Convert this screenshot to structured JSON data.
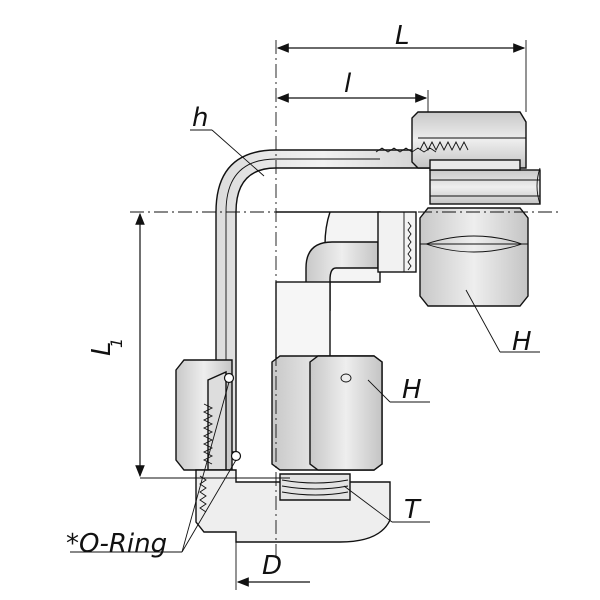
{
  "diagram": {
    "labels": {
      "L": "L",
      "l": "l",
      "h": "h",
      "H_top": "H",
      "H_mid": "H",
      "L1_main": "L",
      "L1_sub": "1",
      "T": "T",
      "D": "D",
      "o_ring": "*O-Ring"
    },
    "colors": {
      "metal_light": "#ececec",
      "metal_mid": "#d6d6d6",
      "metal_dark": "#bdbdbd",
      "line": "#111111"
    }
  }
}
